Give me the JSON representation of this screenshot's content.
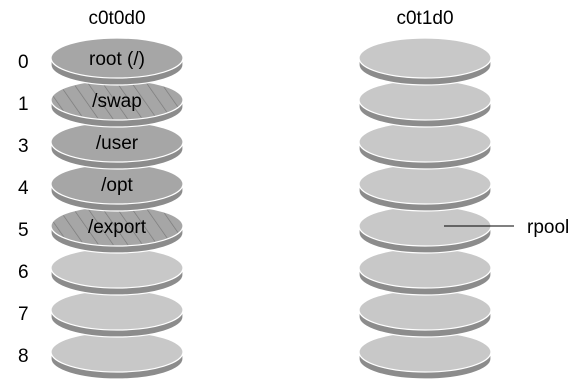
{
  "disks": [
    {
      "name": "c0t0d0",
      "slices": [
        {
          "number": "0",
          "label": "root (/)",
          "style": "solid"
        },
        {
          "number": "1",
          "label": "/swap",
          "style": "hatched"
        },
        {
          "number": "3",
          "label": "/user",
          "style": "solid"
        },
        {
          "number": "4",
          "label": "/opt",
          "style": "solid"
        },
        {
          "number": "5",
          "label": "/export",
          "style": "hatched"
        },
        {
          "number": "6",
          "label": "",
          "style": "light"
        },
        {
          "number": "7",
          "label": "",
          "style": "light"
        },
        {
          "number": "8",
          "label": "",
          "style": "light"
        }
      ]
    },
    {
      "name": "c0t1d0",
      "slices": [
        {
          "number": "",
          "label": "",
          "style": "light"
        },
        {
          "number": "",
          "label": "",
          "style": "light"
        },
        {
          "number": "",
          "label": "",
          "style": "light"
        },
        {
          "number": "",
          "label": "",
          "style": "light"
        },
        {
          "number": "",
          "label": "",
          "style": "light"
        },
        {
          "number": "",
          "label": "",
          "style": "light"
        },
        {
          "number": "",
          "label": "",
          "style": "light"
        },
        {
          "number": "",
          "label": "",
          "style": "light"
        }
      ]
    }
  ],
  "callout": {
    "label": "rpool",
    "target_slice": 4
  },
  "colors": {
    "solid_top": "#a6a6a6",
    "light_top": "#c8c8c8",
    "side": "#8c8c8c",
    "outline": "#ffffff",
    "hatch": "#7a7a7a"
  }
}
